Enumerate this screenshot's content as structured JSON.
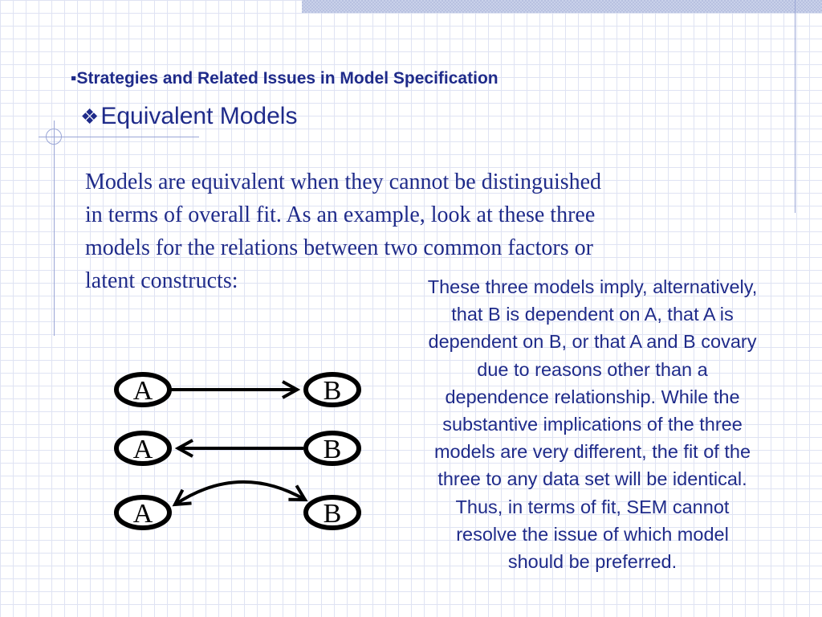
{
  "slide": {
    "title": {
      "bullet": "▪",
      "text": "Strategies and Related Issues  in Model Specification"
    },
    "subtitle": {
      "bullet": "❖",
      "text": "Equivalent Models"
    },
    "intro_lines": [
      "Models are equivalent when they cannot be distinguished",
      "in terms of overall fit. As an example, look at these three",
      "models for the relations between two common factors or",
      "latent constructs:"
    ],
    "callout_lines": [
      "These three models imply, alternatively,",
      "that B is dependent on A, that A is",
      "dependent on B, or that A and B covary",
      "due to reasons other than a",
      "dependence relationship. While the",
      "substantive implications of the three",
      "models are very different, the fit of the",
      "three to any data set will be identical.",
      "Thus, in terms of fit, SEM cannot",
      "resolve the issue of which model",
      "should be preferred."
    ]
  },
  "diagram": {
    "models": [
      {
        "left": "A",
        "right": "B",
        "relation": "A causes B"
      },
      {
        "left": "A",
        "right": "B",
        "relation": "B causes A"
      },
      {
        "left": "A",
        "right": "B",
        "relation": "A and B covary"
      }
    ]
  }
}
